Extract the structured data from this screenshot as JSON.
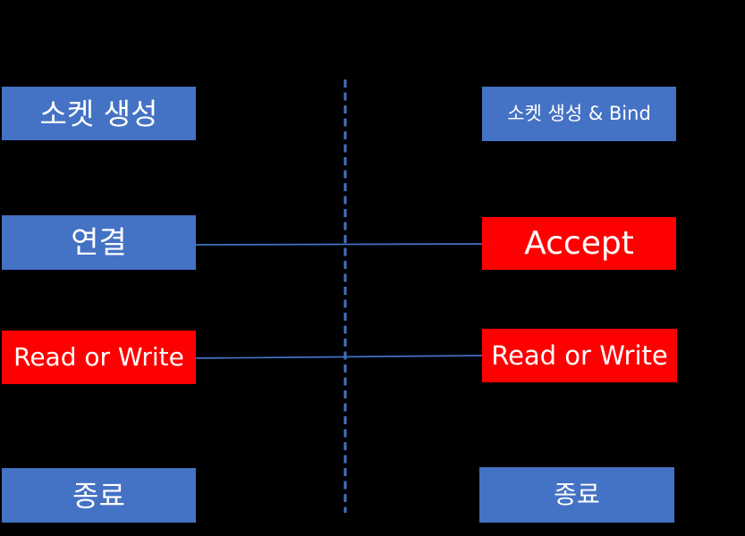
{
  "palette": {
    "background": "#000000",
    "box_blue": "#4472C4",
    "box_red": "#FF0000",
    "connector_blue": "#4472C4",
    "divider_blue": "#4472C4",
    "label_text": "#FFFFFF"
  },
  "client_column": {
    "steps": [
      {
        "label": "소켓 생성"
      },
      {
        "label": "연결"
      },
      {
        "label": "Read or Write"
      },
      {
        "label": "종료"
      }
    ]
  },
  "server_column": {
    "steps": [
      {
        "label": "소켓 생성 & Bind"
      },
      {
        "label": "Accept"
      },
      {
        "label": "Read or Write"
      },
      {
        "label": "종료"
      }
    ]
  },
  "connections": [
    {
      "from": "연결",
      "to": "Accept"
    },
    {
      "from": "Read or Write",
      "to": "Read or Write"
    }
  ]
}
